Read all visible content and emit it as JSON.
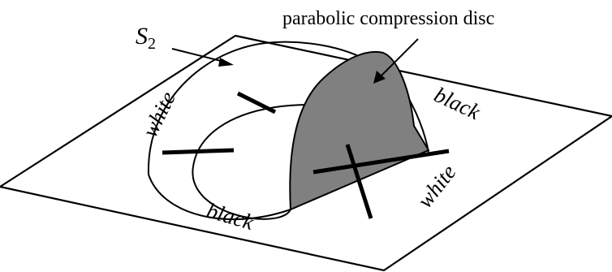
{
  "labels": {
    "sphere_name": "S",
    "sphere_subscript": "2",
    "disc_label": "parabolic compression disc",
    "white_left": "white",
    "white_right": "white",
    "black_top": "black",
    "black_bottom": "black"
  },
  "colors": {
    "stroke": "#000000",
    "disc_fill": "#808080",
    "background": "#ffffff"
  }
}
